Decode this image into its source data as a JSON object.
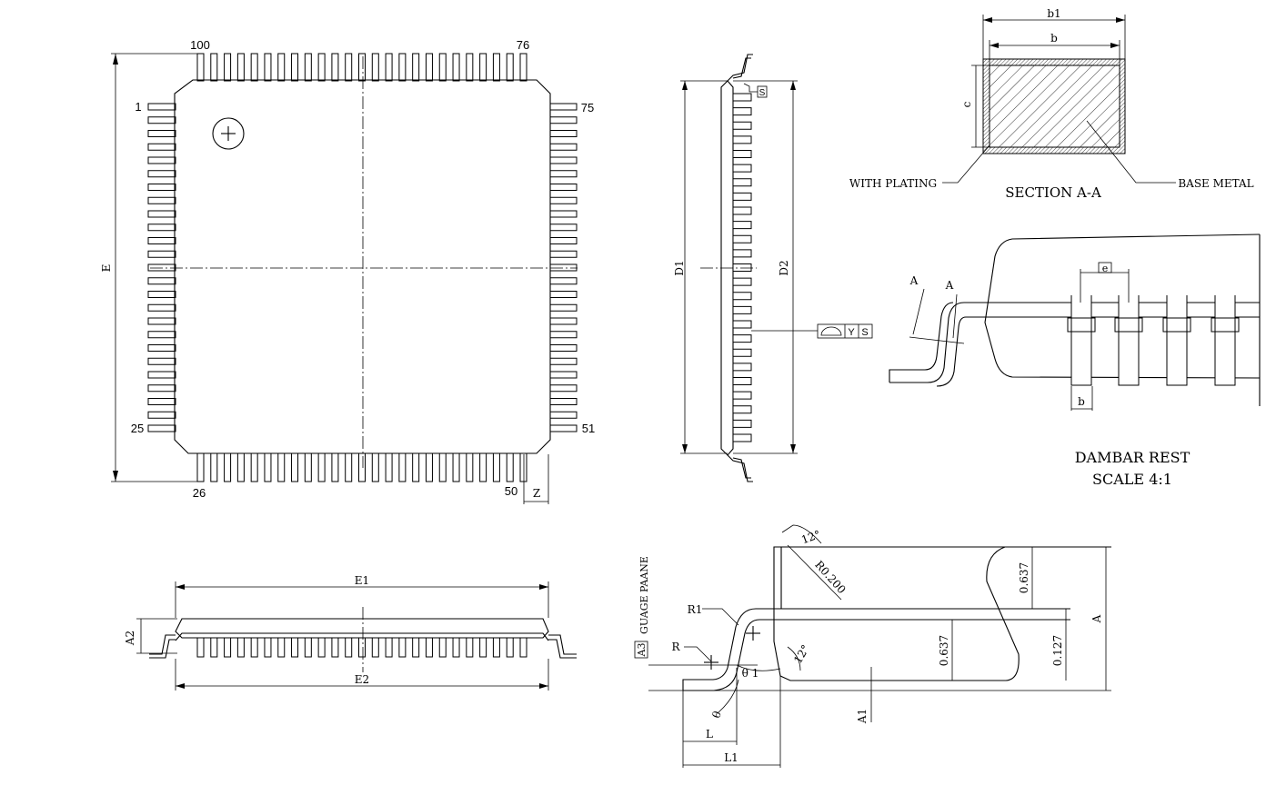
{
  "top_view": {
    "pin_labels": {
      "p1": "1",
      "p25": "25",
      "p26": "26",
      "p50": "50",
      "p51": "51",
      "p75": "75",
      "p76": "76",
      "p100": "100"
    },
    "dim_e": "E",
    "dim_z": "Z"
  },
  "side_view": {
    "dim_e1": "E1",
    "dim_e2": "E2",
    "dim_a2": "A2"
  },
  "end_view": {
    "dim_d1": "D1",
    "dim_d2": "D2",
    "flatness_symbol": "S",
    "profile_y": "Y",
    "profile_s": "S"
  },
  "section": {
    "dim_b1": "b1",
    "dim_b": "b",
    "dim_c": "c",
    "with_plating": "WITH PLATING",
    "base_metal": "BASE METAL",
    "title": "SECTION A-A"
  },
  "dambar": {
    "label_a_left": "A",
    "label_a_right": "A",
    "dim_e": "e",
    "dim_b": "b",
    "title": "DAMBAR REST",
    "scale": "SCALE 4:1"
  },
  "lead_detail": {
    "angle_top": "12°",
    "radius": "R0.200",
    "r1": "R1",
    "r": "R",
    "gauge_a3": "A3",
    "gauge_plane": "GUAGE PAANE",
    "theta1": "θ 1",
    "angle_mid": "12°",
    "theta": "θ",
    "dim_l": "L",
    "dim_l1": "L1",
    "dim_a1": "A1",
    "dim_0637_top": "0.637",
    "dim_0637_mid": "0.637",
    "dim_0127": "0.127",
    "dim_a": "A"
  }
}
